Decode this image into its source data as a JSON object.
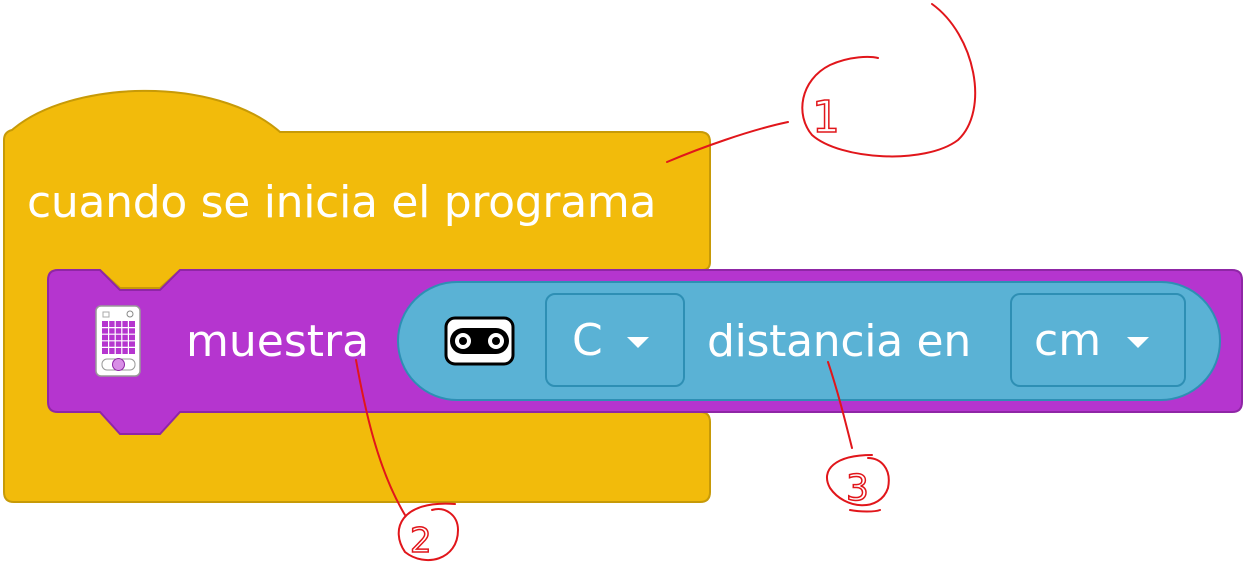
{
  "colors": {
    "event_block": "#f2bb0b",
    "event_block_border": "#c79a07",
    "display_block": "#b535cf",
    "display_block_border": "#8f26a6",
    "sensor_reporter": "#5ab2d5",
    "sensor_reporter_border": "#2e8fb4",
    "annotation": "#e1161b"
  },
  "event_block": {
    "label": "cuando se inicia el programa"
  },
  "display_block": {
    "label": "muestra",
    "icon": "light-matrix-icon"
  },
  "sensor_reporter": {
    "icon": "distance-sensor-icon",
    "port_value": "C",
    "label": "distancia en",
    "unit_value": "cm"
  },
  "annotations": [
    {
      "label": "1",
      "style": "handwritten"
    },
    {
      "label": "2",
      "style": "handwritten"
    },
    {
      "label": "3",
      "style": "handwritten"
    }
  ]
}
